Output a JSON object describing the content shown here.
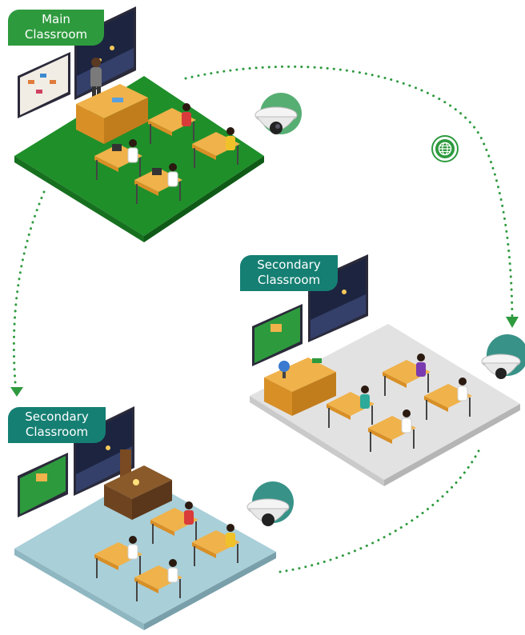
{
  "rooms": {
    "main": {
      "title_line1": "Main",
      "title_line2": "Classroom",
      "floor_color": "#1f8f2a"
    },
    "secondary_right": {
      "title_line1": "Secondary",
      "title_line2": "Classroom",
      "floor_color": "#e2e2e2"
    },
    "secondary_bottom": {
      "title_line1": "Secondary",
      "title_line2": "Classroom",
      "floor_color": "#a9cfd9"
    }
  },
  "connection": {
    "icon": "globe-network-icon",
    "line_color": "#2e9a3e",
    "style": "dotted-arrow"
  },
  "colors": {
    "green_label": "#2e9a3e",
    "teal_label": "#157f73",
    "desk": "#e8a23a"
  }
}
